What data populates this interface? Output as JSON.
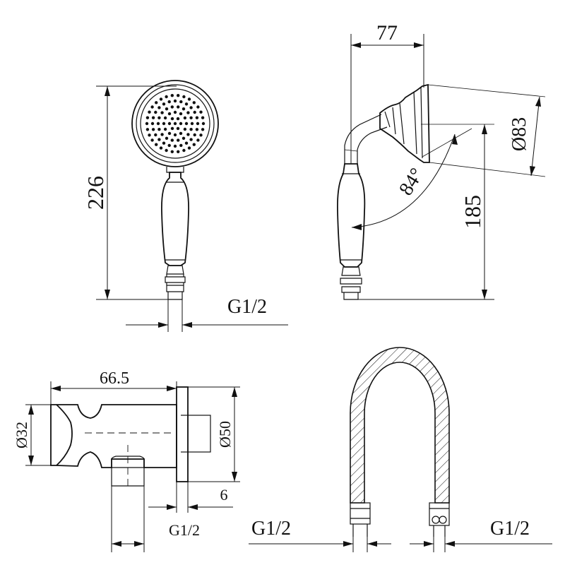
{
  "views": {
    "hand_shower_front": {
      "height_label": "226",
      "connection_label": "G1/2"
    },
    "hand_shower_side": {
      "width_label": "77",
      "head_diameter_label": "Ø83",
      "angle_label": "84°",
      "height_label": "185"
    },
    "wall_bracket": {
      "length_label": "66.5",
      "body_diameter_label": "Ø32",
      "flange_diameter_label": "Ø50",
      "flange_thickness_label": "6",
      "connection_label": "G1/2"
    },
    "hose": {
      "left_connection_label": "G1/2",
      "right_connection_label": "G1/2"
    }
  }
}
